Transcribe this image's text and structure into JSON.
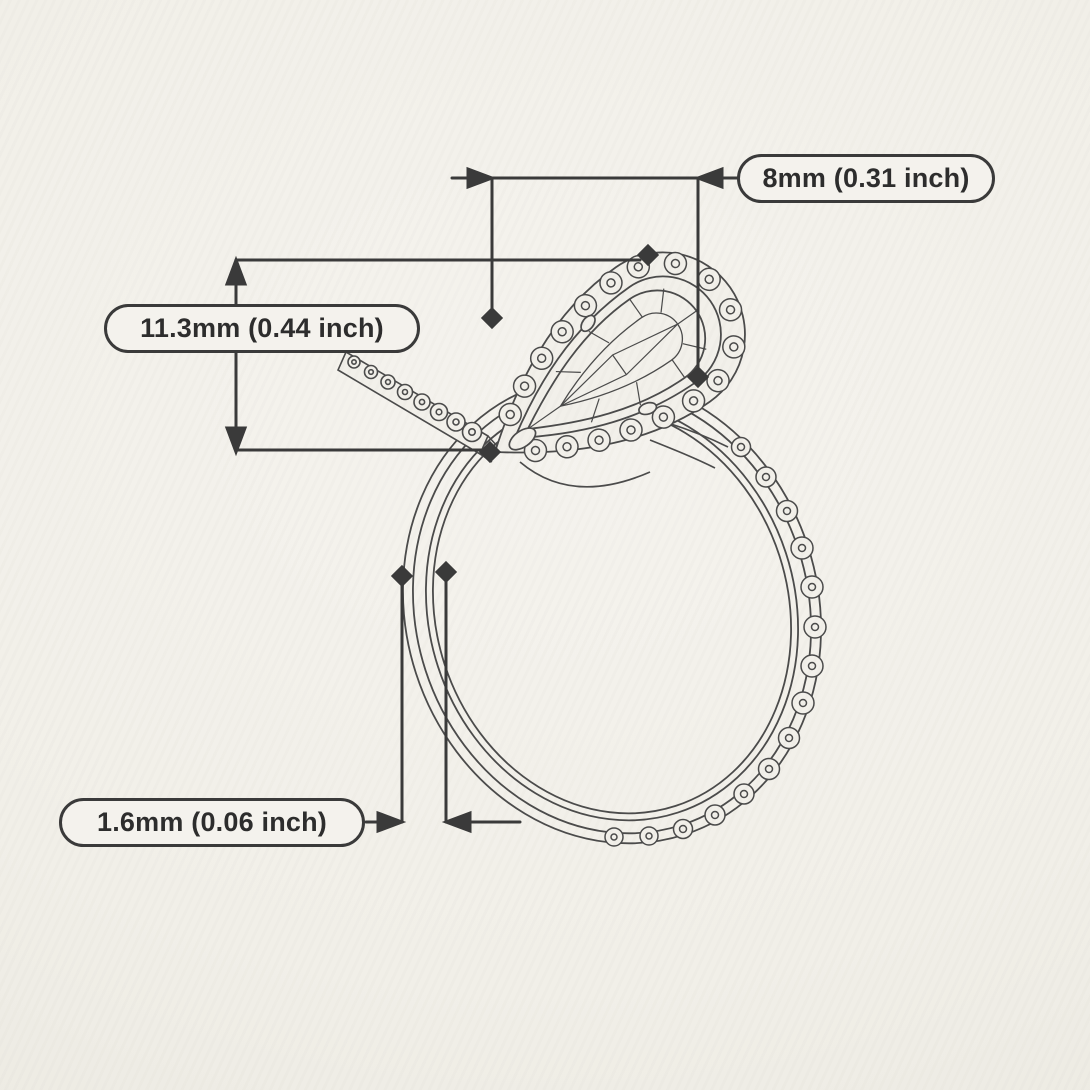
{
  "palette": {
    "paper": "#f2f0ea",
    "ink": "#3a3a3a",
    "drawing_line": "#4b4b4b"
  },
  "labels": {
    "head_width": "8mm (0.31 inch)",
    "head_height": "11.3mm (0.44 inch)",
    "band_thickness": "1.6mm (0.06 inch)"
  }
}
